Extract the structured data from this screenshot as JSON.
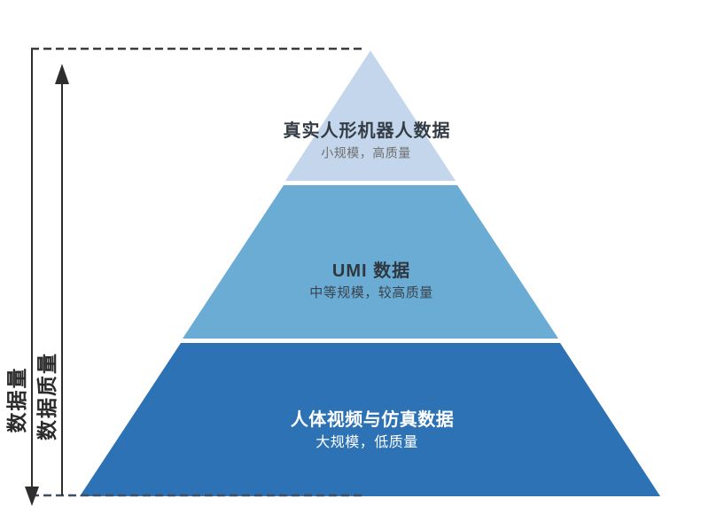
{
  "diagram": {
    "background": "#ffffff",
    "axis": {
      "quantity_label": "数据量",
      "quality_label": "数据质量",
      "line_color": "#2e2e2e",
      "label_color": "#2b2b2b",
      "top_dash_color": "#3b3b3b",
      "bottom_dash_color": "#3f4e63"
    },
    "pyramid": {
      "tiers": [
        {
          "level": "top",
          "title": "真实人形机器人数据",
          "subtitle": "小规模，高质量",
          "fill": "#C3D6EB",
          "title_color": "#343C46",
          "subtitle_color": "#6E6E6E"
        },
        {
          "level": "middle",
          "title": "UMI 数据",
          "subtitle": "中等规模，较高质量",
          "fill": "#6BACD4",
          "title_color": "#2F3740",
          "subtitle_color": "#3A444E"
        },
        {
          "level": "bottom",
          "title": "人体视频与仿真数据",
          "subtitle": "大规模，低质量",
          "fill": "#2C72B4",
          "title_color": "#FFFFFF",
          "subtitle_color": "#FFFFFF"
        }
      ]
    }
  }
}
